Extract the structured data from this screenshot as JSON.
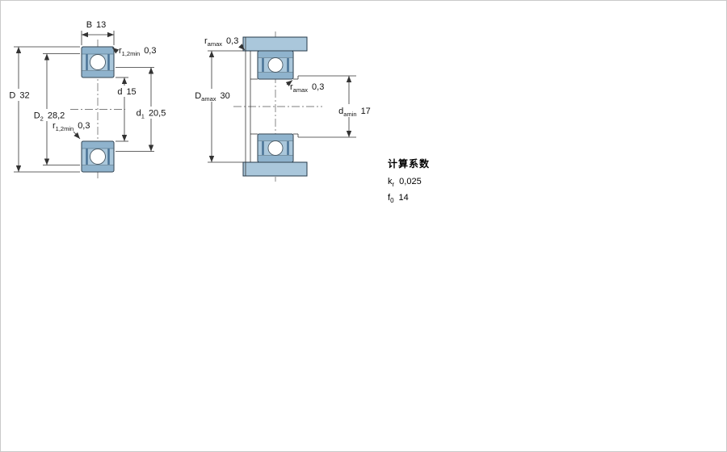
{
  "left_figure": {
    "dim_B": {
      "label": "B",
      "value": "13"
    },
    "dim_r_top": {
      "label": "r",
      "sub": "1,2min",
      "value": "0,3"
    },
    "dim_D": {
      "label": "D",
      "value": "32"
    },
    "dim_d": {
      "label": "d",
      "value": "15"
    },
    "dim_D2": {
      "label": "D",
      "sub": "2",
      "value": "28,2"
    },
    "dim_d1": {
      "label": "d",
      "sub": "1",
      "value": "20,5"
    },
    "dim_r_bottom": {
      "label": "r",
      "sub": "1,2min",
      "value": "0,3"
    }
  },
  "right_figure": {
    "dim_r_a_top": {
      "label": "r",
      "sub": "amax",
      "value": "0,3"
    },
    "dim_D_a": {
      "label": "D",
      "sub": "amax",
      "value": "30"
    },
    "dim_r_a_mid": {
      "label": "r",
      "sub": "amax",
      "value": "0,3"
    },
    "dim_d_a": {
      "label": "d",
      "sub": "amin",
      "value": "17"
    }
  },
  "calculation_factors": {
    "title": "计算系数",
    "rows": [
      {
        "label": "k",
        "sub": "r",
        "value": "0,025"
      },
      {
        "label": "f",
        "sub": "0",
        "value": "14"
      }
    ]
  },
  "colors": {
    "bearing_fill": "#aac7db",
    "ring_band": "#8fb3cd",
    "seal": "#4a7396",
    "housing_fill": "#aac7db",
    "outline": "#24394a",
    "dimension_line": "#333333"
  }
}
